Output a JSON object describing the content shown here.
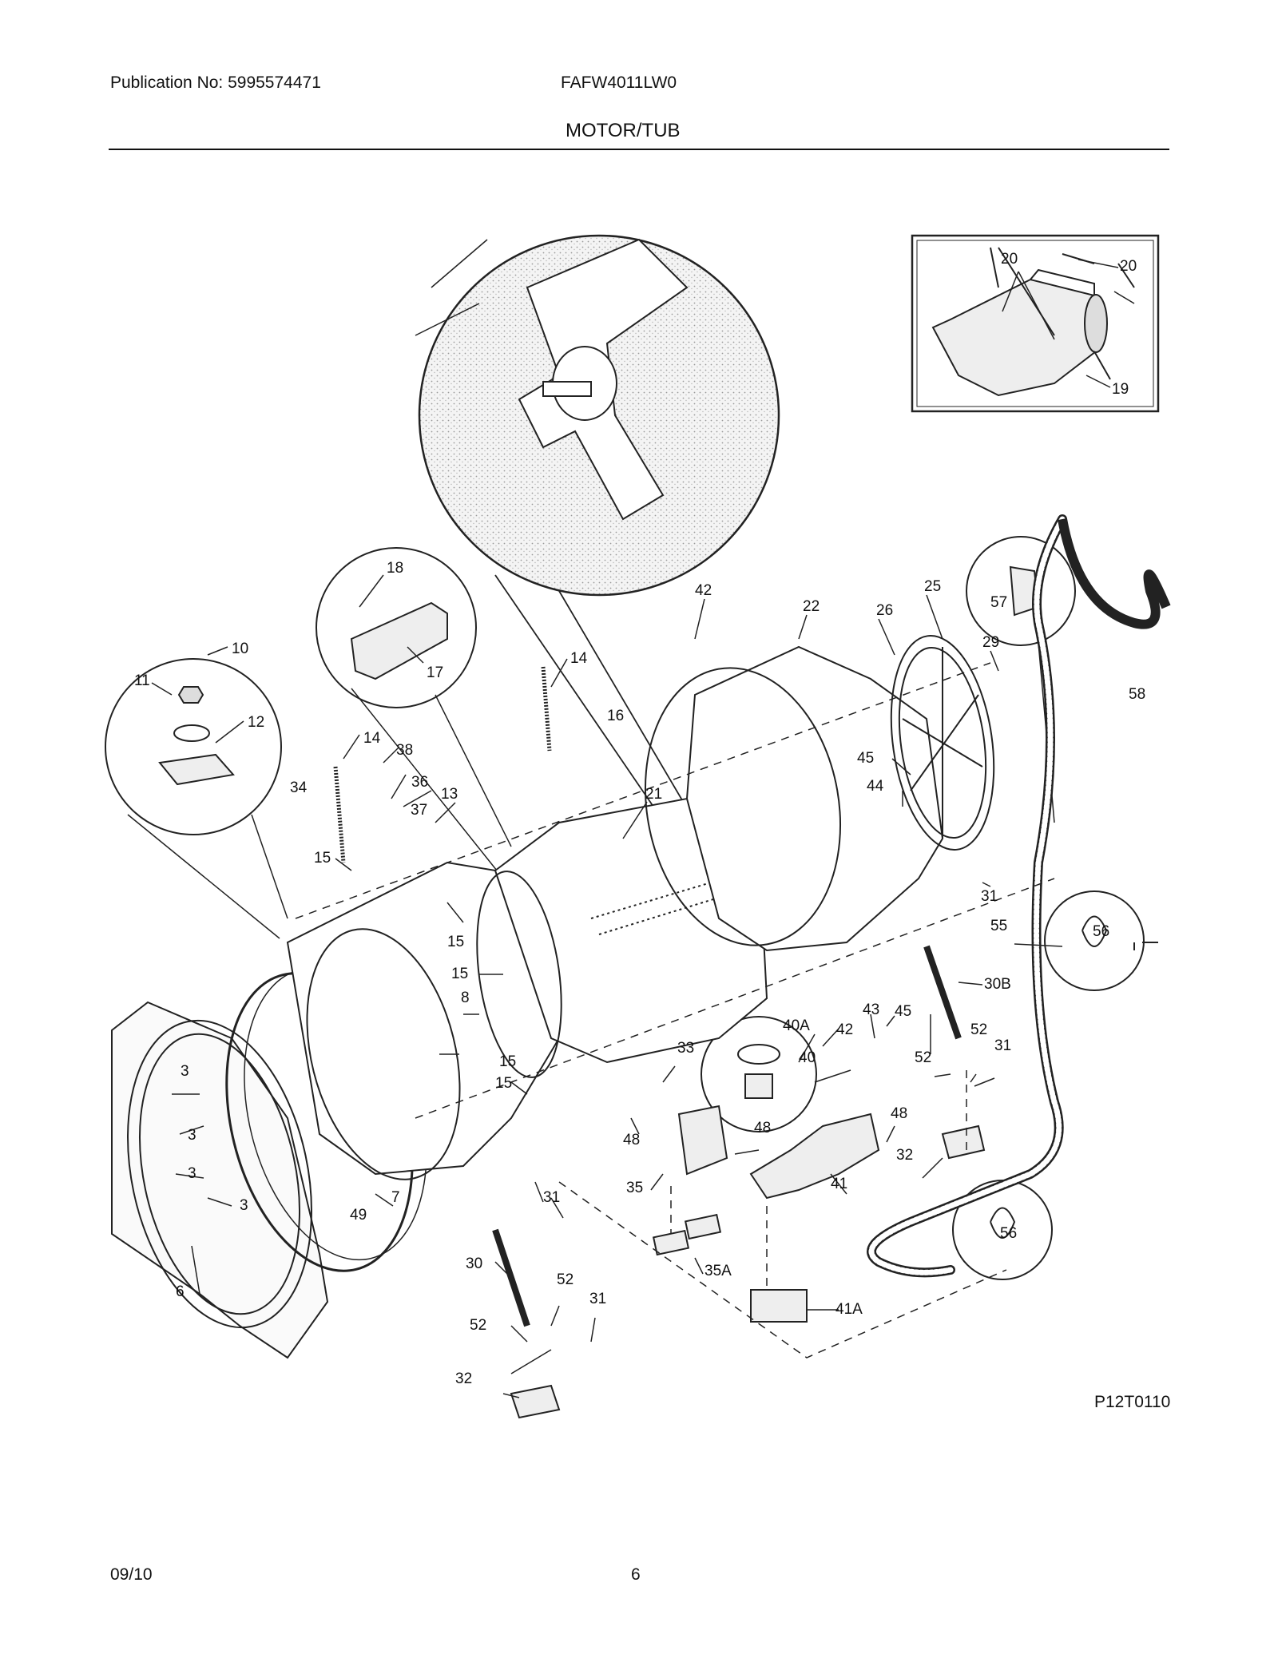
{
  "header": {
    "publication": "Publication No: 5995574471",
    "model": "FAFW4011LW0",
    "section": "MOTOR/TUB"
  },
  "drawing_code": "P12T0110",
  "footer": {
    "date": "09/10",
    "page": "6"
  },
  "callouts": [
    "20",
    "20",
    "19",
    "18",
    "17",
    "10",
    "11",
    "12",
    "42",
    "22",
    "25",
    "26",
    "29",
    "57",
    "58",
    "14",
    "14",
    "16",
    "38",
    "36",
    "34",
    "37",
    "13",
    "21",
    "45",
    "44",
    "15",
    "15",
    "15",
    "15",
    "31",
    "55",
    "56",
    "8",
    "30B",
    "43",
    "45",
    "40A",
    "40",
    "42",
    "52",
    "52",
    "31",
    "33",
    "48",
    "48",
    "48",
    "3",
    "3",
    "3",
    "3",
    "15",
    "32",
    "35",
    "41",
    "7",
    "49",
    "31",
    "56",
    "6",
    "35A",
    "41A",
    "30",
    "52",
    "31",
    "52",
    "32"
  ]
}
